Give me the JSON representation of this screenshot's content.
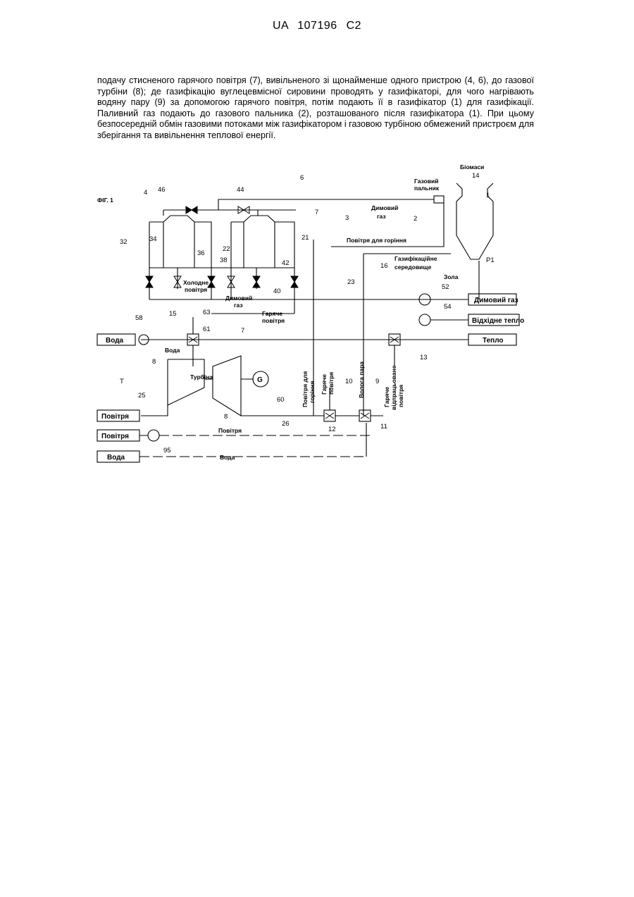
{
  "header": "UA   107196   C2",
  "paragraph": "подачу стисненого гарячого повітря (7), вивільненого зі щонайменше одного пристрою (4, 6), до газової турбіни (8); де газифікацію вуглецевмісної сировини проводять у газифікаторі, для чого нагрівають водяну пару (9) за допомогою гарячого повітря, потім подають її в газифікатор (1) для газифікації. Паливний газ подають до газового пальника (2), розташованого після газифікатора (1). При цьому безпосередній обмін газовими потоками між газифікатором і газовою турбіною обмежений пристроєм для зберігання та вивільнення теплової енергії.",
  "figure": {
    "fig_label": "ФІГ. 1",
    "labels": {
      "biomass": "Біомаси",
      "gas_burner_1": "Газовий",
      "gas_burner_2": "пальник",
      "flue_gas_top_1": "Димовий",
      "flue_gas_top_2": "газ",
      "combustion_air": "Повітря для горіння",
      "gasif_medium_1": "Газифікаційне",
      "gasif_medium_2": "середовище",
      "ash": "Зола",
      "cold_air_1": "Холодне",
      "cold_air_2": "повітря",
      "flue_gas_mid_1": "Димовий",
      "flue_gas_mid_2": "газ",
      "hot_air_1": "Гаряче",
      "hot_air_2": "повітря",
      "water_small": "Вода",
      "turbine": "Турбіна",
      "generator": "G",
      "air_mid": "Повітря",
      "water_bottom": "Вода",
      "v_combustion_air_1": "Повітря для",
      "v_combustion_air_2": "горіння",
      "v_hot_air_1": "Гаряче",
      "v_hot_air_2": "повітря",
      "v_wet_steam": "Волога пара",
      "v_spent_air_1": "Гаряче",
      "v_spent_air_2": "відпрацьоване",
      "v_spent_air_3": "повітря"
    },
    "boxes": {
      "flue_gas_out": "Димовий газ",
      "waste_heat": "Відхідне тепло",
      "heat": "Тепло",
      "water_in": "Вода",
      "air_in_1": "Повітря",
      "air_in_2": "Повітря",
      "water_in_2": "Вода"
    },
    "numbers": {
      "n14": "14",
      "n1": "1",
      "n6": "6",
      "n4": "4",
      "n46": "46",
      "n44": "44",
      "n7a": "7",
      "n3": "3",
      "n2": "2",
      "n32": "32",
      "n34": "34",
      "n36": "36",
      "n22": "22",
      "n21": "21",
      "n38": "38",
      "n42": "42",
      "n40": "40",
      "n16": "16",
      "p1": "P1",
      "n52": "52",
      "n23": "23",
      "n54": "54",
      "n15": "15",
      "n63": "63",
      "n58": "58",
      "n61": "61",
      "n7b": "7",
      "n13": "13",
      "n8a": "8",
      "nT": "T",
      "n25": "25",
      "n10": "10",
      "n9": "9",
      "n60": "60",
      "n8b": "8",
      "n26": "26",
      "n12": "12",
      "n11": "11",
      "n95": "95"
    }
  }
}
